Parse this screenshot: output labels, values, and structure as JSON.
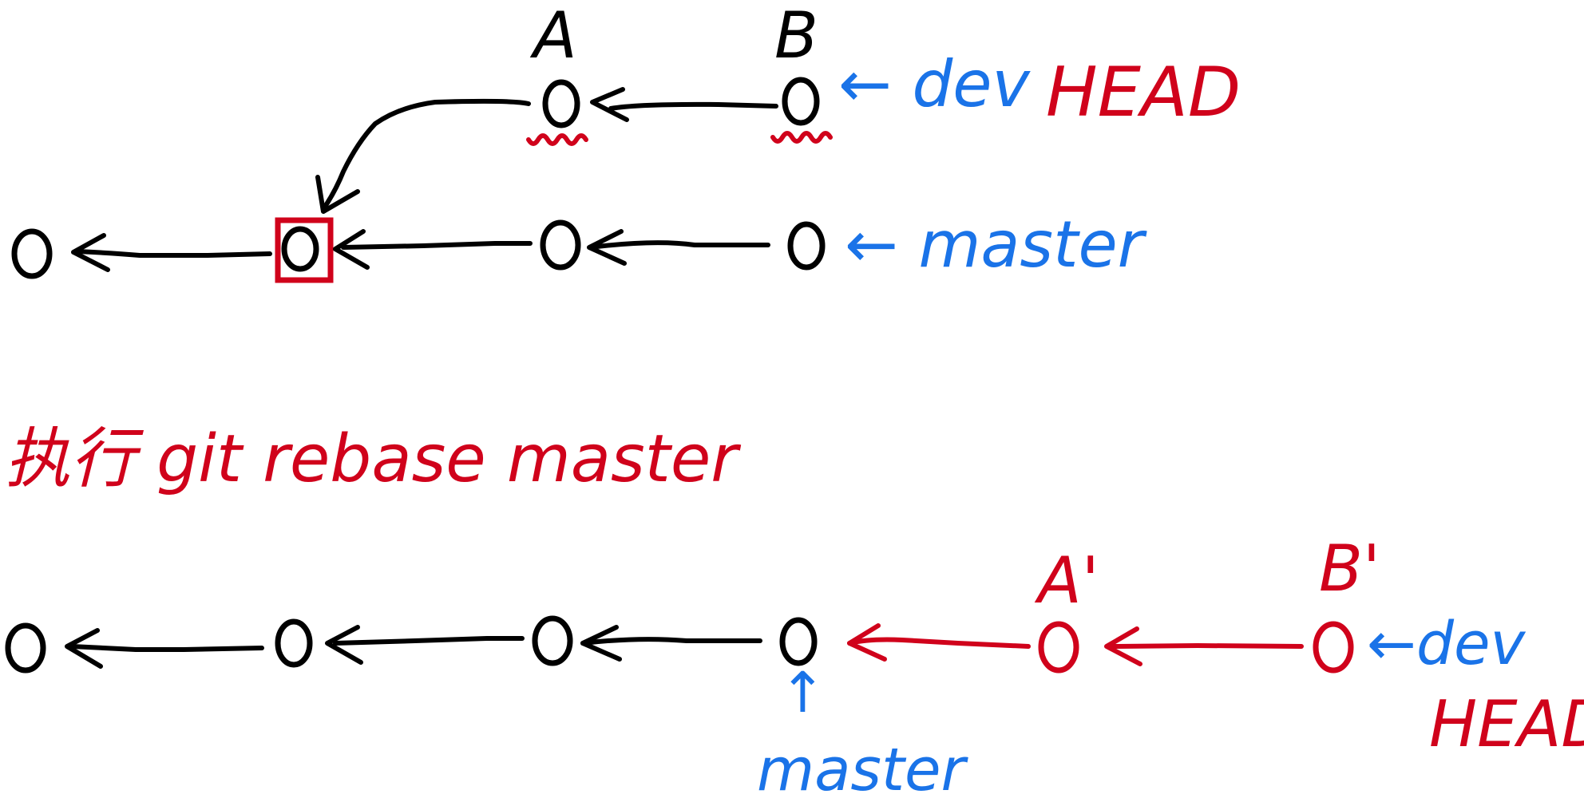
{
  "colors": {
    "black": "#000000",
    "red": "#d0021b",
    "blue": "#1a73e8"
  },
  "before": {
    "commit_a_label": "A",
    "commit_b_label": "B",
    "dev_pointer": "← dev",
    "head_label": "HEAD",
    "master_pointer": "← master"
  },
  "command": {
    "text": "执行 git rebase master"
  },
  "after": {
    "commit_a_label": "A'",
    "commit_b_label": "B'",
    "dev_pointer": "←dev",
    "head_label": "HEAD",
    "master_arrow": "↑",
    "master_label": "master"
  }
}
